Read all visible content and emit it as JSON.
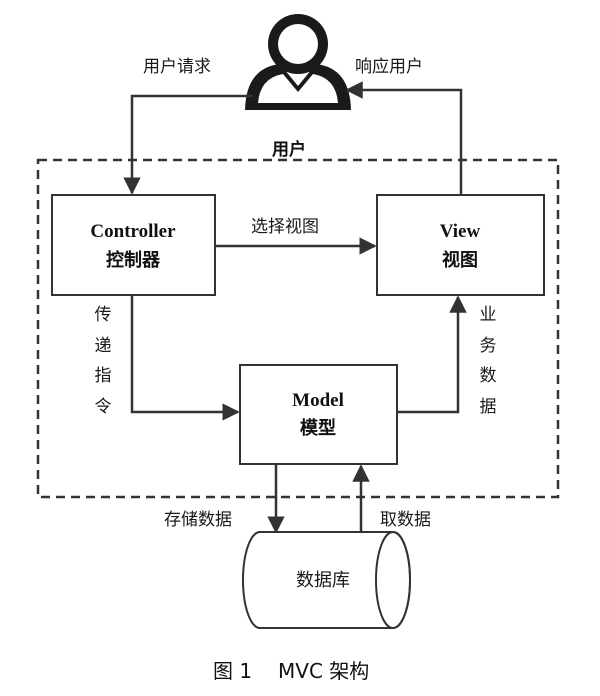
{
  "user": {
    "label": "用户",
    "request_label": "用户请求",
    "response_label": "响应用户",
    "icon": "person-icon"
  },
  "controller": {
    "title": "Controller",
    "subtitle": "控制器"
  },
  "view": {
    "title": "View",
    "subtitle": "视图"
  },
  "model": {
    "title": "Model",
    "subtitle": "模型"
  },
  "edges": {
    "select_view": "选择视图",
    "pass_command": [
      "传",
      "递",
      "指",
      "令"
    ],
    "business_data": [
      "业",
      "务",
      "数",
      "据"
    ],
    "store_data": "存储数据",
    "fetch_data": "取数据"
  },
  "database": {
    "label": "数据库"
  },
  "caption": {
    "figure_no": "图 1",
    "title": "MVC 架构"
  }
}
